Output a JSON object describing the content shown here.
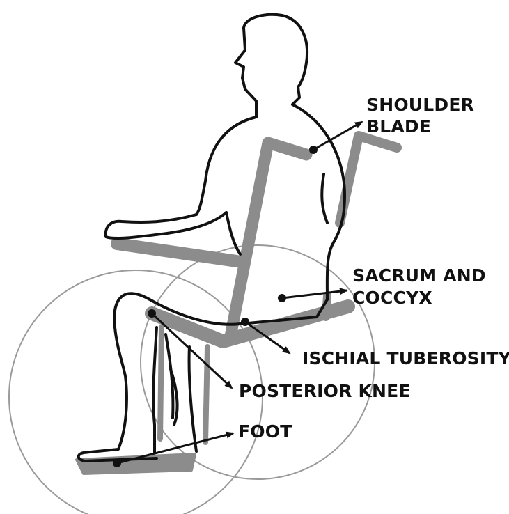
{
  "labels": {
    "shoulder_blade_line1": "SHOULDER",
    "shoulder_blade_line2": "BLADE",
    "sacrum_line1": "SACRUM AND",
    "sacrum_line2": "COCCYX",
    "ischial": "ISCHIAL TUBEROSITY",
    "posterior_knee": "POSTERIOR KNEE",
    "foot": "FOOT"
  },
  "colors": {
    "outline": "#111111",
    "chair": "#8c8c8c",
    "wheel": "#999999"
  }
}
